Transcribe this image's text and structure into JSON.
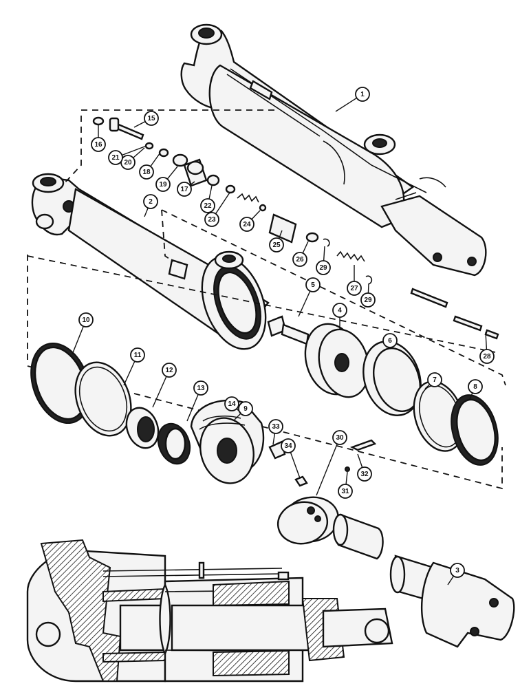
{
  "callouts": [
    {
      "label": "1"
    },
    {
      "label": "2"
    },
    {
      "label": "3"
    },
    {
      "label": "4"
    },
    {
      "label": "5"
    },
    {
      "label": "6"
    },
    {
      "label": "7"
    },
    {
      "label": "8"
    },
    {
      "label": "9"
    },
    {
      "label": "10"
    },
    {
      "label": "11"
    },
    {
      "label": "12"
    },
    {
      "label": "13"
    },
    {
      "label": "14"
    },
    {
      "label": "15"
    },
    {
      "label": "16"
    },
    {
      "label": "17"
    },
    {
      "label": "18"
    },
    {
      "label": "19"
    },
    {
      "label": "20"
    },
    {
      "label": "21"
    },
    {
      "label": "22"
    },
    {
      "label": "23"
    },
    {
      "label": "24"
    },
    {
      "label": "25"
    },
    {
      "label": "26"
    },
    {
      "label": "29"
    },
    {
      "label": "27"
    },
    {
      "label": "29"
    },
    {
      "label": "28"
    },
    {
      "label": "30"
    },
    {
      "label": "31"
    },
    {
      "label": "32"
    },
    {
      "label": "33"
    },
    {
      "label": "34"
    }
  ]
}
